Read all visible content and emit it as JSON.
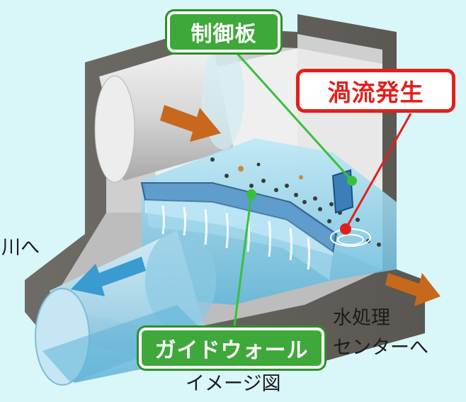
{
  "labels": {
    "control_plate": "制御板",
    "vortex": "渦流発生",
    "guide_wall": "ガイドウォール",
    "to_river": "川へ",
    "to_plant_line1": "水処理",
    "to_plant_line2": "センターへ",
    "caption": "イメージ図"
  },
  "colors": {
    "background": "#d9f6f8",
    "label_green": "#3ea83a",
    "label_red": "#e2201b",
    "flow_in_arrow": "#c8681c",
    "flow_out_arrow": "#c8681c",
    "river_arrow": "#3a9bd0",
    "leader_green": "#37c13a",
    "leader_red": "#e2201b"
  },
  "icons": [
    "inflow-arrow",
    "outflow-arrow",
    "river-arrow"
  ]
}
